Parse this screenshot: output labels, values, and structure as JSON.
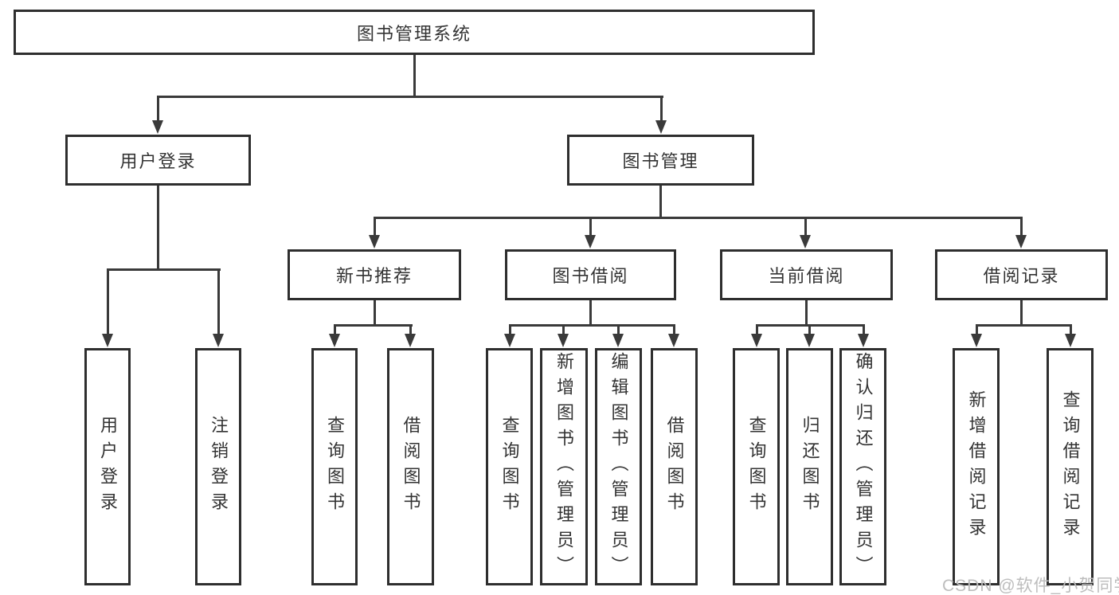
{
  "diagram": {
    "type": "tree",
    "colors": {
      "line": "#3a3a3a",
      "border": "#2e2e2e",
      "text": "#333333",
      "watermark": "#bdbdbd",
      "background": "#ffffff"
    },
    "tree": {
      "label": "图书管理系统",
      "children": [
        {
          "label": "用户登录",
          "children": [
            {
              "label": "用户登录"
            },
            {
              "label": "注销登录"
            }
          ]
        },
        {
          "label": "图书管理",
          "children": [
            {
              "label": "新书推荐",
              "children": [
                {
                  "label": "查询图书"
                },
                {
                  "label": "借阅图书"
                }
              ]
            },
            {
              "label": "图书借阅",
              "children": [
                {
                  "label": "查询图书"
                },
                {
                  "label": "新增图书（管理员）"
                },
                {
                  "label": "编辑图书（管理员）"
                },
                {
                  "label": "借阅图书"
                }
              ]
            },
            {
              "label": "当前借阅",
              "children": [
                {
                  "label": "查询图书"
                },
                {
                  "label": "归还图书"
                },
                {
                  "label": "确认归还（管理员）"
                }
              ]
            },
            {
              "label": "借阅记录",
              "children": [
                {
                  "label": "新增借阅记录"
                },
                {
                  "label": "查询借阅记录"
                }
              ]
            }
          ]
        }
      ]
    },
    "watermark": {
      "text": "CSDN @软件_小贺同学"
    }
  }
}
